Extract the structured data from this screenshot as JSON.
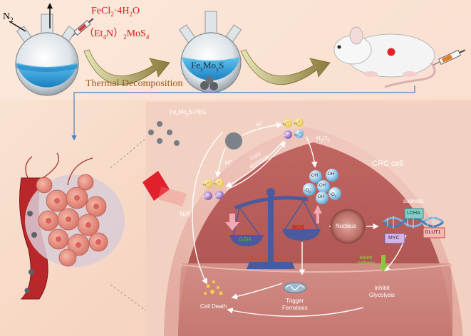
{
  "synthesis": {
    "gas": "N",
    "gas_sub": "2",
    "reagent_1": "FeCl",
    "reagent_1_sub": "2",
    "reagent_1_tail": "·4H",
    "reagent_1_sub2": "2",
    "reagent_1_end": "O",
    "reagent_2": "（Et",
    "reagent_2_sub": "4",
    "reagent_2_mid": "N）",
    "reagent_2_sub2": "2",
    "reagent_2_end": "MoS",
    "reagent_2_sub3": "4",
    "process": "Thermal Decomposition",
    "product": "Fe",
    "product_sub1": "x",
    "product_mid": "Mo",
    "product_sub2": "y",
    "product_end": "S"
  },
  "cell": {
    "nanoparticle_label": "Fe",
    "nanoparticle_sub1": "x",
    "nanoparticle_mid": "Mo",
    "nanoparticle_sub2": "y",
    "nanoparticle_end": "S-PEG",
    "cell_label": "CRC cell",
    "nir": "NIR",
    "h_plus_1": "H",
    "h_plus_1_sup": "+",
    "h_plus_2": "H",
    "h_plus_2_sup": "+",
    "h2o2": "H",
    "h2o2_sub1": "2",
    "h2o2_mid": "O",
    "h2o2_sub2": "2",
    "gsh_depletion_1": "GSH",
    "gsh_depletion_2": "depletion",
    "hydroxyl": "·OH",
    "superoxide": "·O",
    "superoxide_sub": "2",
    "superoxide_sup": "-",
    "gsh": "GSH",
    "ros": "ROS",
    "nucleus": "Nucleus",
    "supress": "supress",
    "ldha": "LDHA",
    "myc": "MYC",
    "glut1": "GLUT1",
    "pathway_1": "MAPK",
    "pathway_2": "pathway",
    "inhibit_1": "Inhibit",
    "inhibit_2": "Glycolysis",
    "trigger_1": "Trigger",
    "trigger_2": "Ferrotosis",
    "cell_death": "Cell Death",
    "ion_fe3": "Fe",
    "ion_fe3_sup": "3+",
    "ion_fe2": "Fe",
    "ion_fe2_sup": "2+",
    "ion_mo6": "Mo",
    "ion_mo6_sup": "6+",
    "ion_mo4": "Mo",
    "ion_mo4_sup": "4+"
  },
  "colors": {
    "ros": "#d8161b",
    "gsh": "#3fae29",
    "pathway": "#8cc63f",
    "solution": "#2a9ad6",
    "balance": "#4a5a9c",
    "cell_outer": "#d89a95",
    "cell_inner": "#b65a57"
  }
}
